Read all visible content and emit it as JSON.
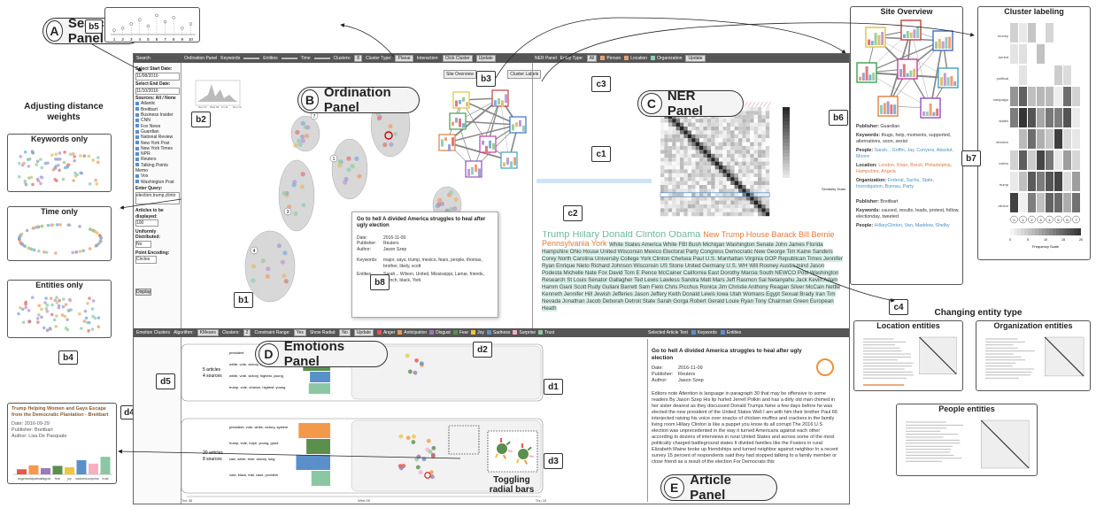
{
  "labels": {
    "A": {
      "letter": "A",
      "text": "Search Panel"
    },
    "B": {
      "letter": "B",
      "text": "Ordination Panel"
    },
    "C": {
      "letter": "C",
      "text": "NER Panel"
    },
    "D": {
      "letter": "D",
      "text": "Emotions Panel"
    },
    "E": {
      "letter": "E",
      "text": "Article Panel"
    }
  },
  "tags": {
    "b1": "b1",
    "b2": "b2",
    "b3": "b3",
    "b4": "b4",
    "b5": "b5",
    "b6": "b6",
    "b7": "b7",
    "b8": "b8",
    "c1": "c1",
    "c2": "c2",
    "c3": "c3",
    "c4": "c4",
    "d1": "d1",
    "d2": "d2",
    "d3": "d3",
    "d4": "d4",
    "d5": "d5"
  },
  "side_titles": {
    "adjust": "Adjusting distance weights",
    "keywords": "Keywords only",
    "time": "Time only",
    "entities": "Entities only",
    "site_overview": "Site Overview",
    "cluster_labeling": "Cluster labeling",
    "changing": "Changing entity type",
    "location": "Location entities",
    "organization": "Organization entities",
    "people": "People entities",
    "toggling": "Toggling radial bars"
  },
  "search": {
    "title": "Search",
    "start_label": "Select Start Date:",
    "start_value": "11/08/2016",
    "end_label": "Select End Date:",
    "end_value": "11/10/2016",
    "sources_label": "Sources: All / None",
    "sources": [
      "Atlantic",
      "Breitbart",
      "Business Insider",
      "CNN",
      "Fox News",
      "Guardian",
      "National Review",
      "New York Post",
      "New York Times",
      "NPR",
      "Reuters",
      "Talking Points Memo",
      "Vox",
      "Washington Post"
    ],
    "query_label": "Enter Query:",
    "query_value": "election,trump,clinto",
    "articles_label": "Articles to be displayed:",
    "articles_value": "100",
    "uniform_label": "Uniformly Distributed:",
    "uniform_value": "No",
    "point_label": "Point Encoding:",
    "point_value": "Circles",
    "display_btn": "Display"
  },
  "ordination_bar": {
    "title": "Ordination Panel",
    "k": "Keywords",
    "e": "Entities",
    "t": "Time",
    "clusters": "Clusters:",
    "clusters_val": "8",
    "ctype": "Cluster Type:",
    "ctype_val": "Planar",
    "interaction": "Interaction:",
    "interaction_val": "Click Cluster",
    "update": "Update"
  },
  "ner_bar": {
    "title": "NER Panel",
    "etype": "Entity Type:",
    "etype_val": "All",
    "person": "Person",
    "location": "Location",
    "organization": "Organization",
    "update": "Update"
  },
  "ner_buttons": {
    "site": "Site Overview",
    "cluster": "Cluster Labels"
  },
  "emotion_bar": {
    "title": "Emotion Clusters",
    "algorithm": "Algorithm:",
    "algorithm_val": "KMeans",
    "clusters": "Clusters:",
    "clusters_val": "2",
    "constraint": "Constraint Range:",
    "constraint_val": "Yes",
    "show": "Show Radial:",
    "show_val": "No",
    "update": "Update",
    "emotions": [
      "Anger",
      "Anticipation",
      "Disgust",
      "Fear",
      "Joy",
      "Sadness",
      "Surprise",
      "Trust"
    ]
  },
  "emo_colors": [
    "#e05a4f",
    "#f29a4a",
    "#9a7ab8",
    "#5a8f4e",
    "#f0c640",
    "#5b8fc9",
    "#f5b0c0",
    "#8cc7a3"
  ],
  "article_bar": {
    "title": "Selected Article Text",
    "keywords": "Keywords",
    "entities": "Entities"
  },
  "tooltip": {
    "title": "Go to hell A divided America struggles to heal after ugly election",
    "date_l": "Date:",
    "date": "2016-11-09",
    "pub_l": "Publisher:",
    "pub": "Reuters",
    "author_l": "Author:",
    "author": "Jason Szep",
    "kw_l": "Keywords:",
    "kw": "major, says, trump, mexico, fears, people, thomas, brother, likely, scott",
    "ent_l": "Entities:",
    "ent": "Sarah... Wilson, United, Mississippi, Lamar, friends, French, black, York"
  },
  "article": {
    "title": "Go to hell A divided America struggles to heal after ugly election",
    "date_l": "Date:",
    "date": "2016-11-09",
    "pub_l": "Publisher:",
    "pub": "Reuters",
    "author_l": "Author:",
    "author": "Jason Szep",
    "body": "Editors note Attention is language in paragraph 30 that may be offensive to some readers By Jason Szep His lip hurled Jerrell Polkin and has a dirty old man chimed in her sister dearest as they discussed Donald Trumps fame a few days before he was elected the new president of the United States Well I am with him their brother Paul 66 interjected raising his voice over snacks of chicken muffins and crackers in the family living room Hillary Clinton is like a puppet you know its all corrupt The 2016 U.S election was unprecedented in the way it turned Americans against each other according to dozens of interviews in rural United States and across some of the most politically charged battleground states It divided families like the Fosters in rural Elizabeth Maine broke up friendships and turned neighbor against neighbor In a recent survey 15 percent of respondents said they had stopped talking to a family member or close friend as a result of the election For Democrats this"
  },
  "site_overview": {
    "pub1_l": "Publisher:",
    "pub1": "Guardian",
    "kw1_l": "Keywords:",
    "kw1": "thugs, help, moments, supported, alternatives, soon, sexist",
    "ppl1_l": "People:",
    "ppl1": "Sarah... Griffin, Jay, Conyers, Absolut, Moore",
    "loc1_l": "Location:",
    "loc1": "London, Khan, Brexit, Philadelphia, Hampshire, Angela",
    "org1_l": "Organization:",
    "org1": "Federal, Sachs, State, Investigation, Bureau, Party",
    "pub2_l": "Publisher:",
    "pub2": "Breitbart",
    "kw2_l": "Keywords:",
    "kw2": "caused, results, leads, protest, follow, electionday, tweeted",
    "ppl2_l": "People:",
    "ppl2": "HillaryClinton, Van, Maddow, Shelby"
  },
  "cluster_labeling": {
    "rows": [
      "money",
      "turned",
      "political",
      "campaign",
      "states",
      "election",
      "voters",
      "trump",
      "clinton"
    ],
    "scale_label": "Frequency Scale",
    "circles": [
      "0",
      "1",
      "2",
      "3",
      "4",
      "5",
      "6",
      "7"
    ],
    "ticks": [
      "0",
      "5",
      "10",
      "15",
      "20"
    ]
  },
  "ner_scale": {
    "label": "Similarity Scale"
  },
  "word_cloud": {
    "big": [
      "Trump",
      "Hillary",
      "Donald",
      "Clinton",
      "Obama"
    ],
    "orange": [
      "New",
      "Trump House",
      "Barack",
      "Bill",
      "Bernie",
      "Pennsylvania",
      "York"
    ],
    "rest": "White States America White FBI Bush Michigan Washington Senate John James Florida Hampshire Ohio House United Wisconsin Mexico Electoral Party Congress Democratic New George Tim Kaine Sanders Corey North Carolina University College York Clinton Chelsea Paul U.S. Manhattan Virginia GOP Republican Times Jennifer Ryan Enrique Nieto Richard Johnson Wisconsin US Stone United Germany U.S. WH Will Rooney Austin mind Jason Podesta Michelle Nate Fox David Tom E Pence McCainer California East Dorothy Marcia South NEWCO Post Washington Research St Louis Senator Gallagher Ted Lewis Lawless Sandra Matt Mars Jeff Rasmon Sal Netanyahu Jack Kevin Adam Hamm Giani Scott Rudy Guliani Barrett Sam Fielo Chris Picchus Ronica Jim Christie Anthony Reagan Silver McCain Nettle Kenneth Jennifer Hill Jewish Jefferies Jason Jeffery Keith Donald Lewis Iowa Utah Womans Egypt Sexual Brady Iran Tim Nevada Jonathan Jacob Deborah Detroit State Sarah Gorga Robert Gerald Louie Ryan Tony Chairman Green European Heath"
  },
  "emotions_panel": {
    "c1_count": "5 articles",
    "c1_src": "4 sources",
    "c2_count": "20 articles",
    "c2_src": "8 sources",
    "c1_keys": [
      "president",
      "white, vote, victory, time, highest",
      "white, vote, victory, highest, young",
      "trump, vote, chance, highest, young"
    ],
    "c2_keys": [
      "president, vote, white, victory, system",
      "trump, vote, hope, young, good",
      "rate, white, time, victory, long",
      "vote, black, trail, case, problem"
    ],
    "time_ticks": [
      "Tue 08",
      "Wed 09",
      "Thu 10"
    ]
  },
  "d4": {
    "title": "Trump Helping Women and Gays Escape from the Democratic Plantation - Breitbart",
    "date_l": "Date:",
    "date": "2016-09-29",
    "pub_l": "Publisher:",
    "pub": "Breitbart",
    "author_l": "Author:",
    "author": "Lisa De Pasquale",
    "cats": [
      "anger",
      "anticipation",
      "disgust",
      "fear",
      "joy",
      "sadness",
      "surprise",
      "trust"
    ],
    "vals": [
      0.18,
      0.32,
      0.22,
      0.3,
      0.25,
      0.5,
      0.38,
      0.62
    ]
  },
  "b5_ticks": [
    "1",
    "2",
    "3",
    "4",
    "5",
    "6",
    "7",
    "8",
    "9",
    "10"
  ],
  "b2_ticks": [
    "Nov 07",
    "Wed 09",
    "Fri 11",
    "Nov 13"
  ],
  "cluster_nums": [
    "1",
    "2",
    "3",
    "4",
    "5",
    "6",
    "7"
  ]
}
